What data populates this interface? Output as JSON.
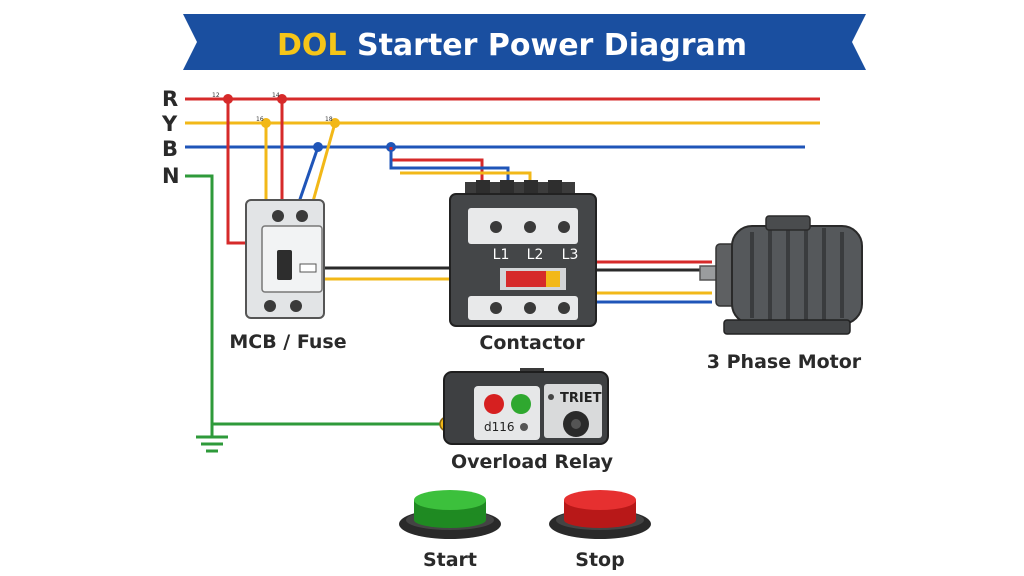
{
  "title": {
    "prefix": "DOL",
    "rest": " Starter Power Diagram"
  },
  "phases": [
    "R",
    "Y",
    "B",
    "N"
  ],
  "terminal_marks": {
    "r1": "12",
    "r2": "14",
    "y1": "16",
    "y2": "18"
  },
  "components": {
    "mcb": "MCB / Fuse",
    "contactor": "Contactor",
    "motor": "3 Phase Motor",
    "overload": "Overload Relay",
    "start": "Start",
    "stop": "Stop"
  },
  "contactor_terminals": [
    "L1",
    "L2",
    "L3"
  ],
  "relay_text": {
    "brand": "TRIET",
    "model": "d116"
  },
  "colors": {
    "title_banner": "#1a4fa0",
    "title_accent": "#f5c518",
    "phase_r": "#d62a2a",
    "phase_y": "#f2b818",
    "phase_b": "#1f55b8",
    "neutral": "#2e9a3a",
    "start_button": "#2fa82f",
    "stop_button": "#d62020"
  }
}
